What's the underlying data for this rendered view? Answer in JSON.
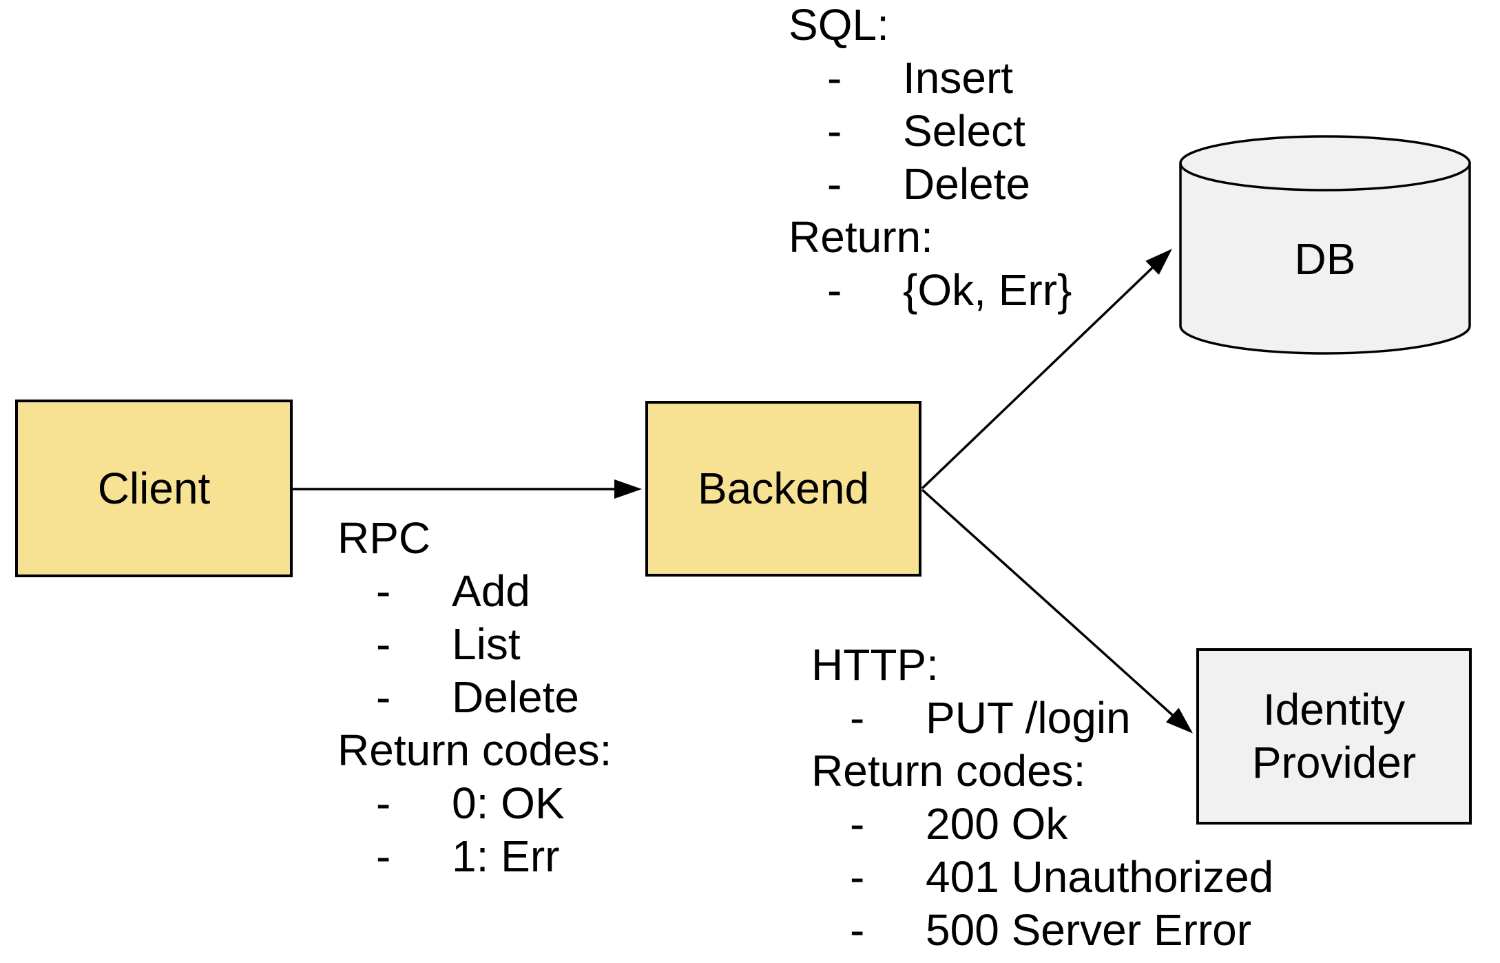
{
  "nodes": {
    "client": {
      "label": "Client"
    },
    "backend": {
      "label": "Backend"
    },
    "db": {
      "label": "DB"
    },
    "identity_provider": {
      "label": "Identity Provider"
    }
  },
  "bullet_char": "-",
  "annotations": {
    "rpc": {
      "lines": [
        {
          "text": "RPC"
        },
        {
          "text": "Add",
          "bullet": true
        },
        {
          "text": "List",
          "bullet": true
        },
        {
          "text": "Delete",
          "bullet": true
        },
        {
          "text": "Return codes:"
        },
        {
          "text": "0: OK",
          "bullet": true
        },
        {
          "text": "1: Err",
          "bullet": true
        }
      ]
    },
    "sql": {
      "lines": [
        {
          "text": "SQL:"
        },
        {
          "text": "Insert",
          "bullet": true
        },
        {
          "text": "Select",
          "bullet": true
        },
        {
          "text": "Delete",
          "bullet": true
        },
        {
          "text": "Return:"
        },
        {
          "text": "{Ok, Err}",
          "bullet": true
        }
      ]
    },
    "http": {
      "lines": [
        {
          "text": "HTTP:"
        },
        {
          "text": "PUT /login",
          "bullet": true
        },
        {
          "text": "Return codes:"
        },
        {
          "text": "200 Ok",
          "bullet": true
        },
        {
          "text": "401 Unauthorized",
          "bullet": true
        },
        {
          "text": "500 Server Error",
          "bullet": true
        }
      ]
    }
  },
  "colors": {
    "node_fill_yellow": "#F7E192",
    "node_fill_gray": "#F1F1F1",
    "stroke": "#000000",
    "text": "#000000",
    "background": "#FFFFFF"
  }
}
